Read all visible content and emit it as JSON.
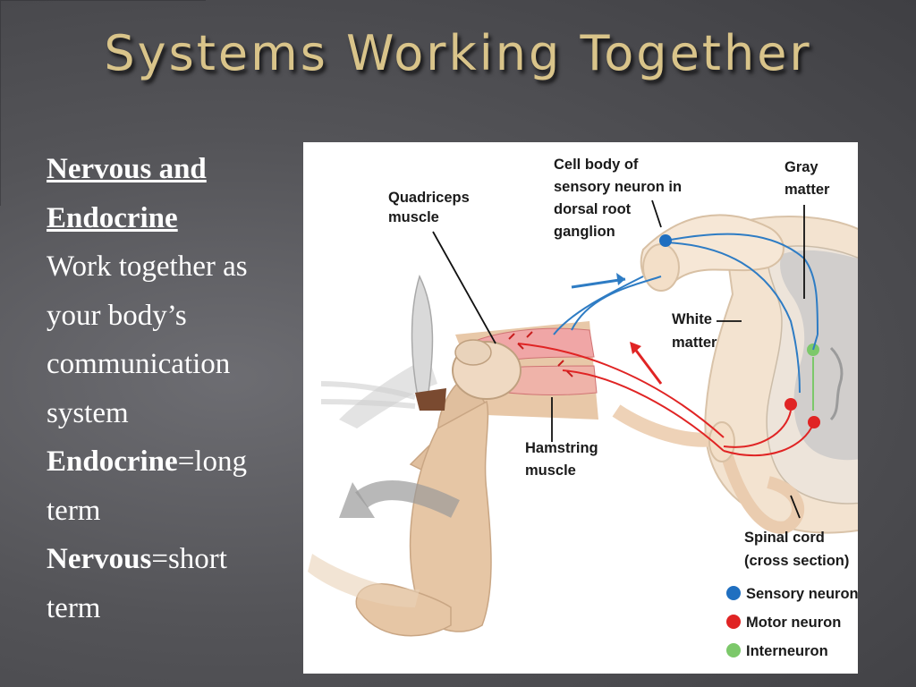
{
  "title": "Systems Working Together",
  "left_text": {
    "heading_line1": "Nervous and",
    "heading_line2": "Endocrine",
    "line1": "Work together as",
    "line2": "your body’s",
    "line3": "communication",
    "line4": "system",
    "endocrine_label": "Endocrine",
    "endocrine_rest": "=long",
    "endocrine_cont": "term",
    "nervous_label": "Nervous",
    "nervous_rest": "=short",
    "nervous_cont": "term"
  },
  "figure": {
    "labels": {
      "quadriceps_1": "Quadriceps",
      "quadriceps_2": "muscle",
      "cell_body_1": "Cell body of",
      "cell_body_2": "sensory neuron in",
      "cell_body_3": "dorsal root",
      "cell_body_4": "ganglion",
      "gray_1": "Gray",
      "gray_2": "matter",
      "white_1": "White",
      "white_2": "matter",
      "hamstring_1": "Hamstring",
      "hamstring_2": "muscle",
      "spinal_1": "Spinal cord",
      "spinal_2": "(cross section)"
    },
    "legend": [
      {
        "label": "Sensory neuron",
        "color": "#1f6fc0"
      },
      {
        "label": "Motor neuron",
        "color": "#e02424"
      },
      {
        "label": "Interneuron",
        "color": "#7cc86a"
      }
    ]
  }
}
